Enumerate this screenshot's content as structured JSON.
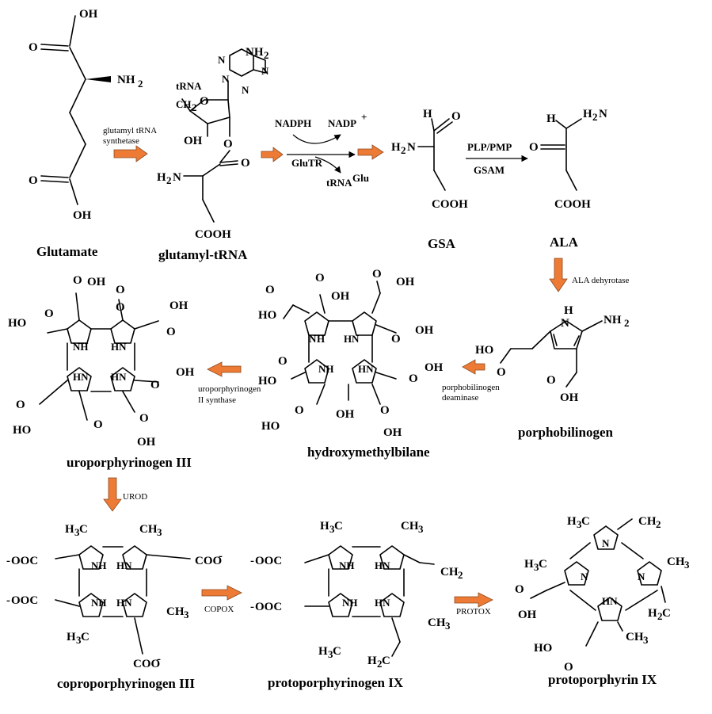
{
  "compounds": {
    "glutamate": "Glutamate",
    "glutamyl_trna": "glutamyl-tRNA",
    "gsa": "GSA",
    "ala": "ALA",
    "porphobilinogen": "porphobilinogen",
    "hydroxymethylbilane": "hydroxymethylbilane",
    "uroporphyrinogen": "uroporphyrinogen III",
    "coproporphyrinogen": "coproporphyrinogen III",
    "protoporphyrinogen": "protoporphyrinogen IX",
    "protoporphyrin": "protoporphyrin IX"
  },
  "enzymes": {
    "glutamyl_trna_synthetase_1": "glutamyl tRNA",
    "glutamyl_trna_synthetase_2": "synthetase",
    "glutr": "GluTR",
    "nadph": "NADPH",
    "nadp": "NADP",
    "trna_glu": "tRNA",
    "plp_pmp": "PLP/PMP",
    "gsam": "GSAM",
    "ala_dehydrotase": "ALA dehyrotase",
    "pbg_deaminase_1": "porphobilinogen",
    "pbg_deaminase_2": "deaminase",
    "uro_synthase_1": "uroporphyrinogen",
    "uro_synthase_2": "II synthase",
    "urod": "UROD",
    "copox": "COPOX",
    "protox": "PROTOX"
  },
  "colors": {
    "arrow": "#ee7b35",
    "text": "#000000"
  }
}
